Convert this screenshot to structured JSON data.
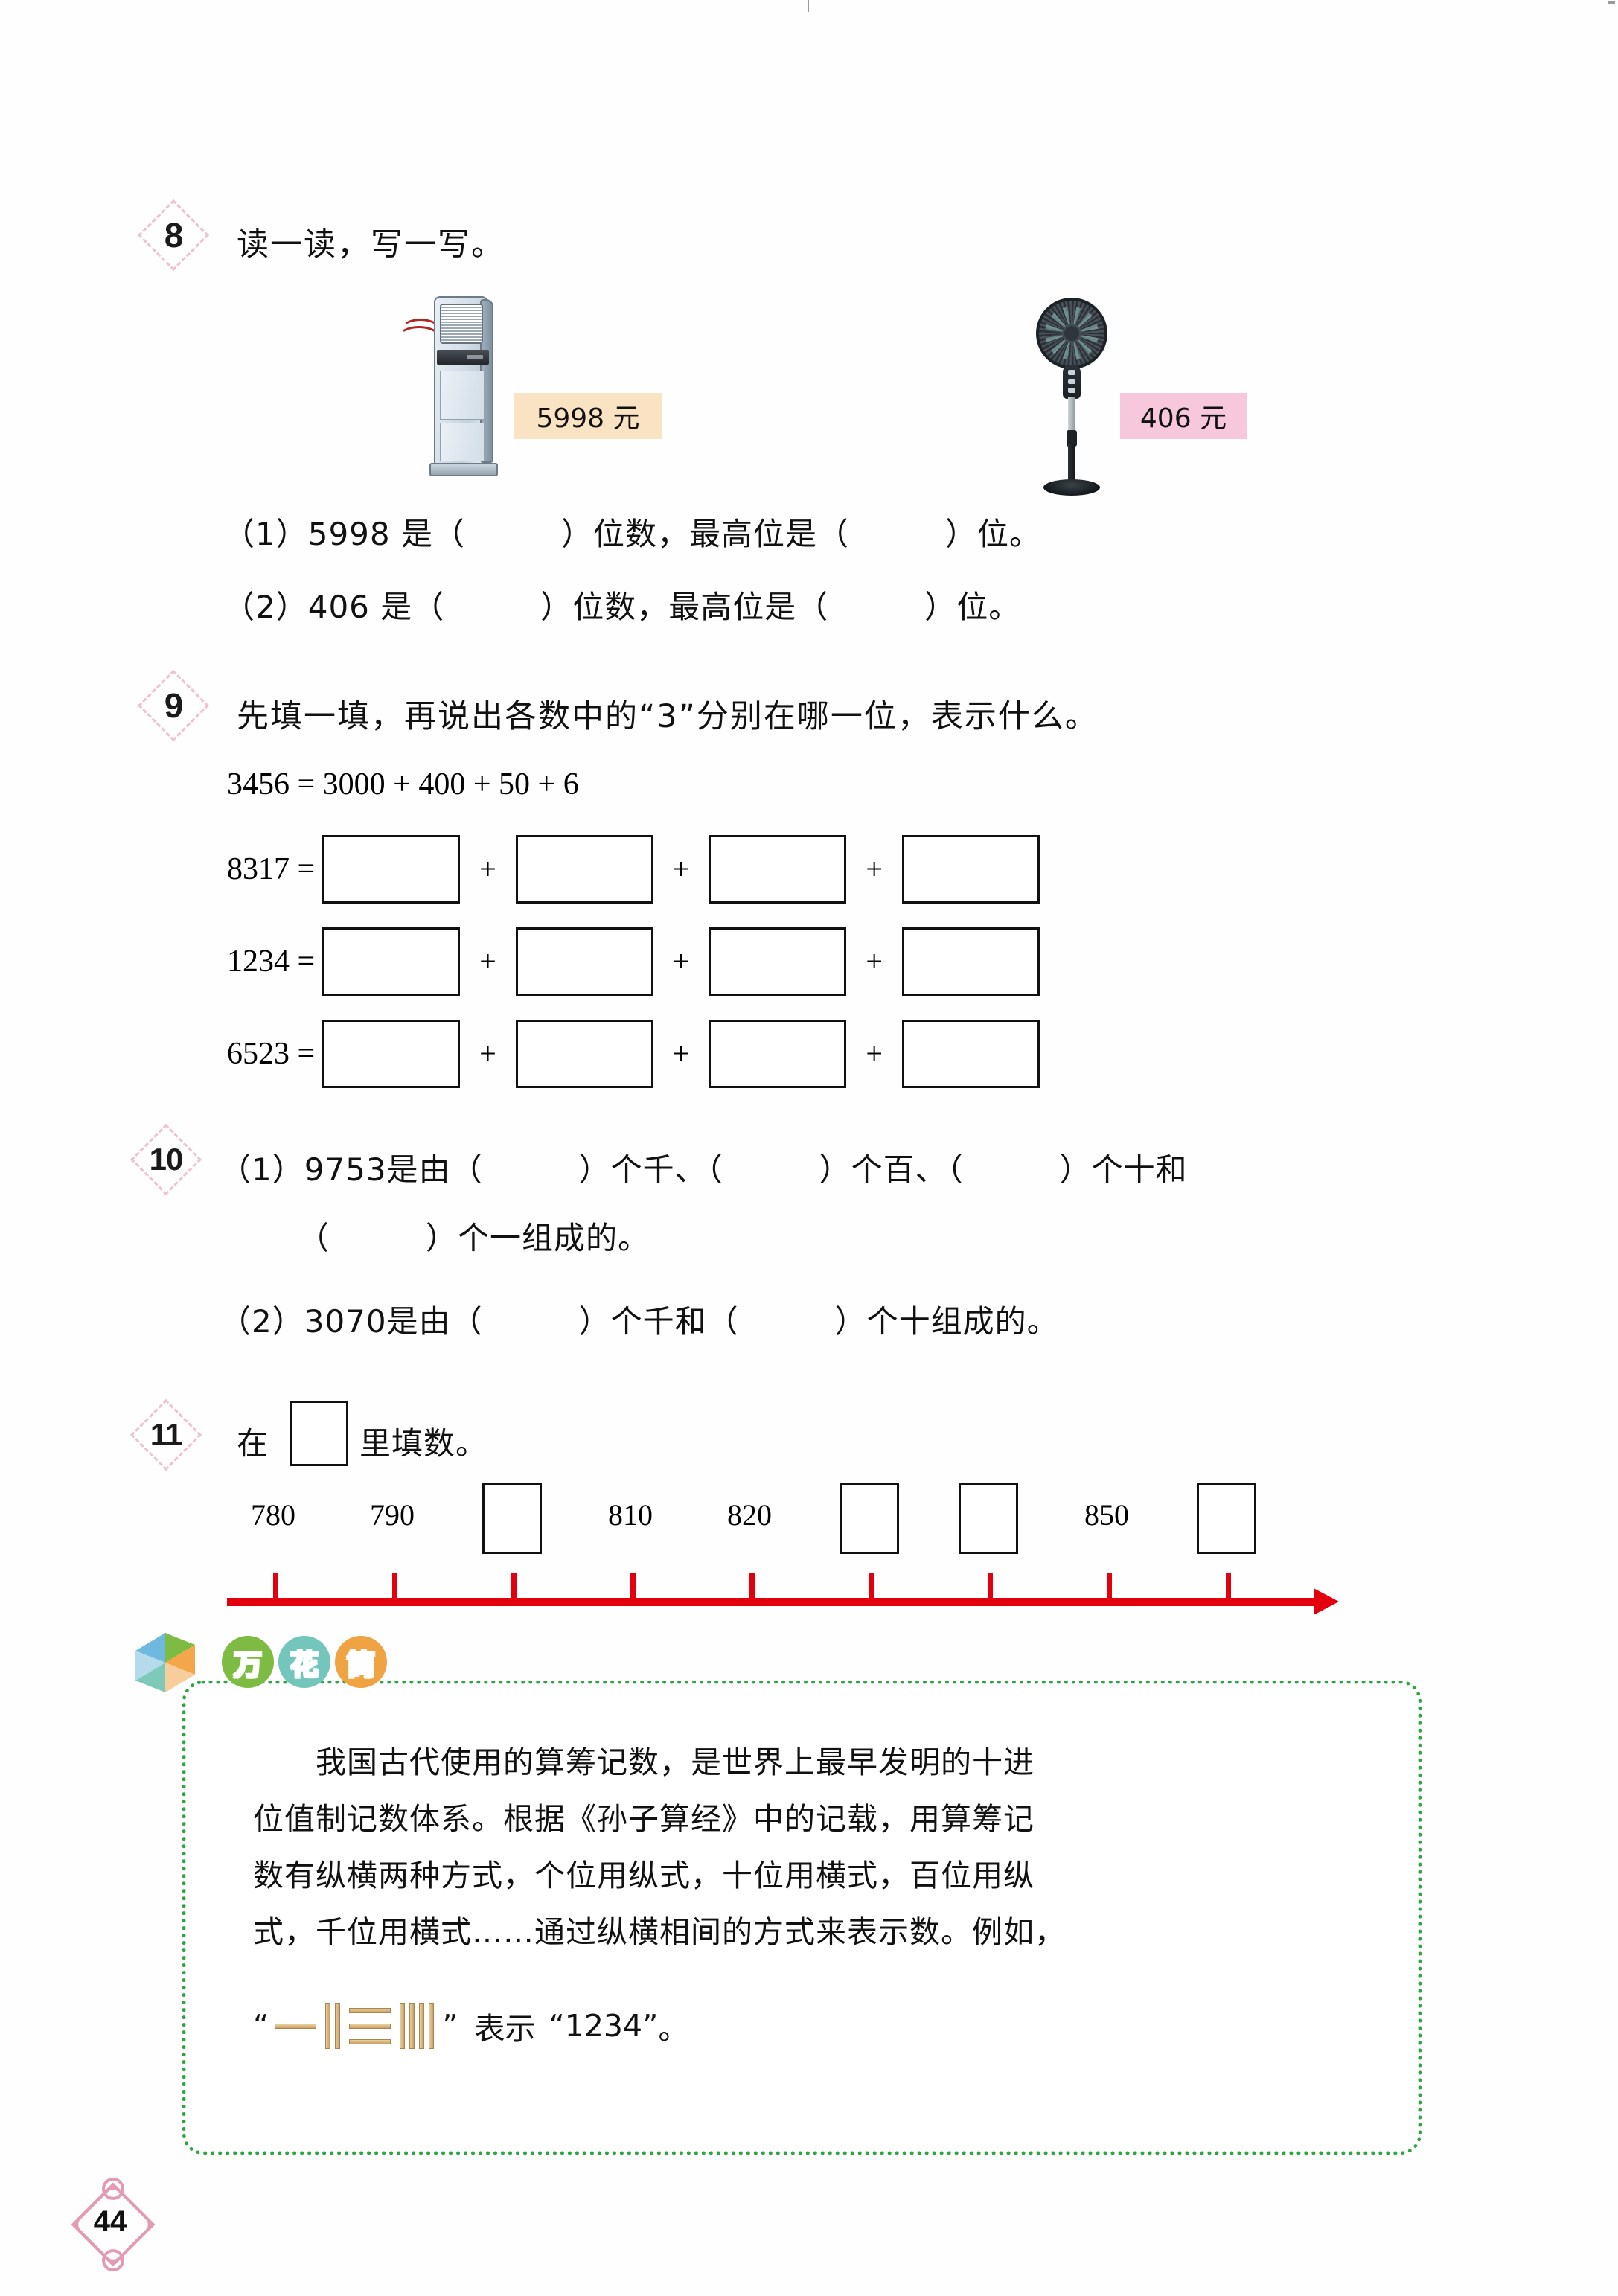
{
  "page": {
    "number": "44"
  },
  "exercises": [
    {
      "number": "8",
      "prompt": "读一读，写一写。",
      "items": [
        {
          "label": "air-conditioner",
          "price": "5998 元"
        },
        {
          "label": "electric-fan",
          "price": "406 元"
        }
      ],
      "questions": [
        "（1）5998 是（　　　）位数，最高位是（　　　）位。",
        "（2）406 是（　　　）位数，最高位是（　　　）位。"
      ]
    },
    {
      "number": "9",
      "prompt": "先填一填，再说出各数中的“3”分别在哪一位，表示什么。",
      "example": "3456 = 3000 + 400 + 50 + 6",
      "rows": [
        {
          "lead": "8317 =",
          "blanks": 4,
          "operator": "+"
        },
        {
          "lead": "1234 =",
          "blanks": 4,
          "operator": "+"
        },
        {
          "lead": "6523 =",
          "blanks": 4,
          "operator": "+"
        }
      ]
    },
    {
      "number": "10",
      "questions": [
        "（1）9753是由（　　　）个千、（　　　）个百、（　　　）个十和",
        "（　　　）个一组成的。",
        "（2）3070是由（　　　）个千和（　　　）个十组成的。"
      ]
    },
    {
      "number": "11",
      "prompt_before": "在",
      "prompt_after": "里填数。",
      "numberline": {
        "ticks": 9,
        "labels": [
          "780",
          "790",
          "",
          "810",
          "820",
          "",
          "",
          "850",
          ""
        ],
        "blank_indices": [
          2,
          5,
          6,
          8
        ],
        "axis_color": "#e2000f"
      }
    }
  ],
  "kaleidoscope": {
    "title_chars": [
      "万",
      "花",
      "筒"
    ],
    "badge_colors": [
      "#7dbb42",
      "#74c6bd",
      "#f0a343"
    ],
    "border_color": "#2aa83f",
    "paragraph_lines": [
      "我国古代使用的算筹记数，是世界上最早发明的十进",
      "位值制记数体系。根据《孙子算经》中的记载，用算筹记",
      "数有纵横两种方式，个位用纵式，十位用横式，百位用纵",
      "式，千位用横式……通过纵横相间的方式来表示数。例如，"
    ],
    "final_line": {
      "open_quote": "“",
      "close_quote": "”",
      "rods_digits": [
        {
          "digit": 1,
          "orientation": "horizontal",
          "count": 1
        },
        {
          "digit": 2,
          "orientation": "vertical",
          "count": 2
        },
        {
          "digit": 3,
          "orientation": "horizontal",
          "count": 3
        },
        {
          "digit": 4,
          "orientation": "vertical",
          "count": 4
        }
      ],
      "text_middle": "表示",
      "value": "“1234”",
      "period": "。"
    }
  }
}
